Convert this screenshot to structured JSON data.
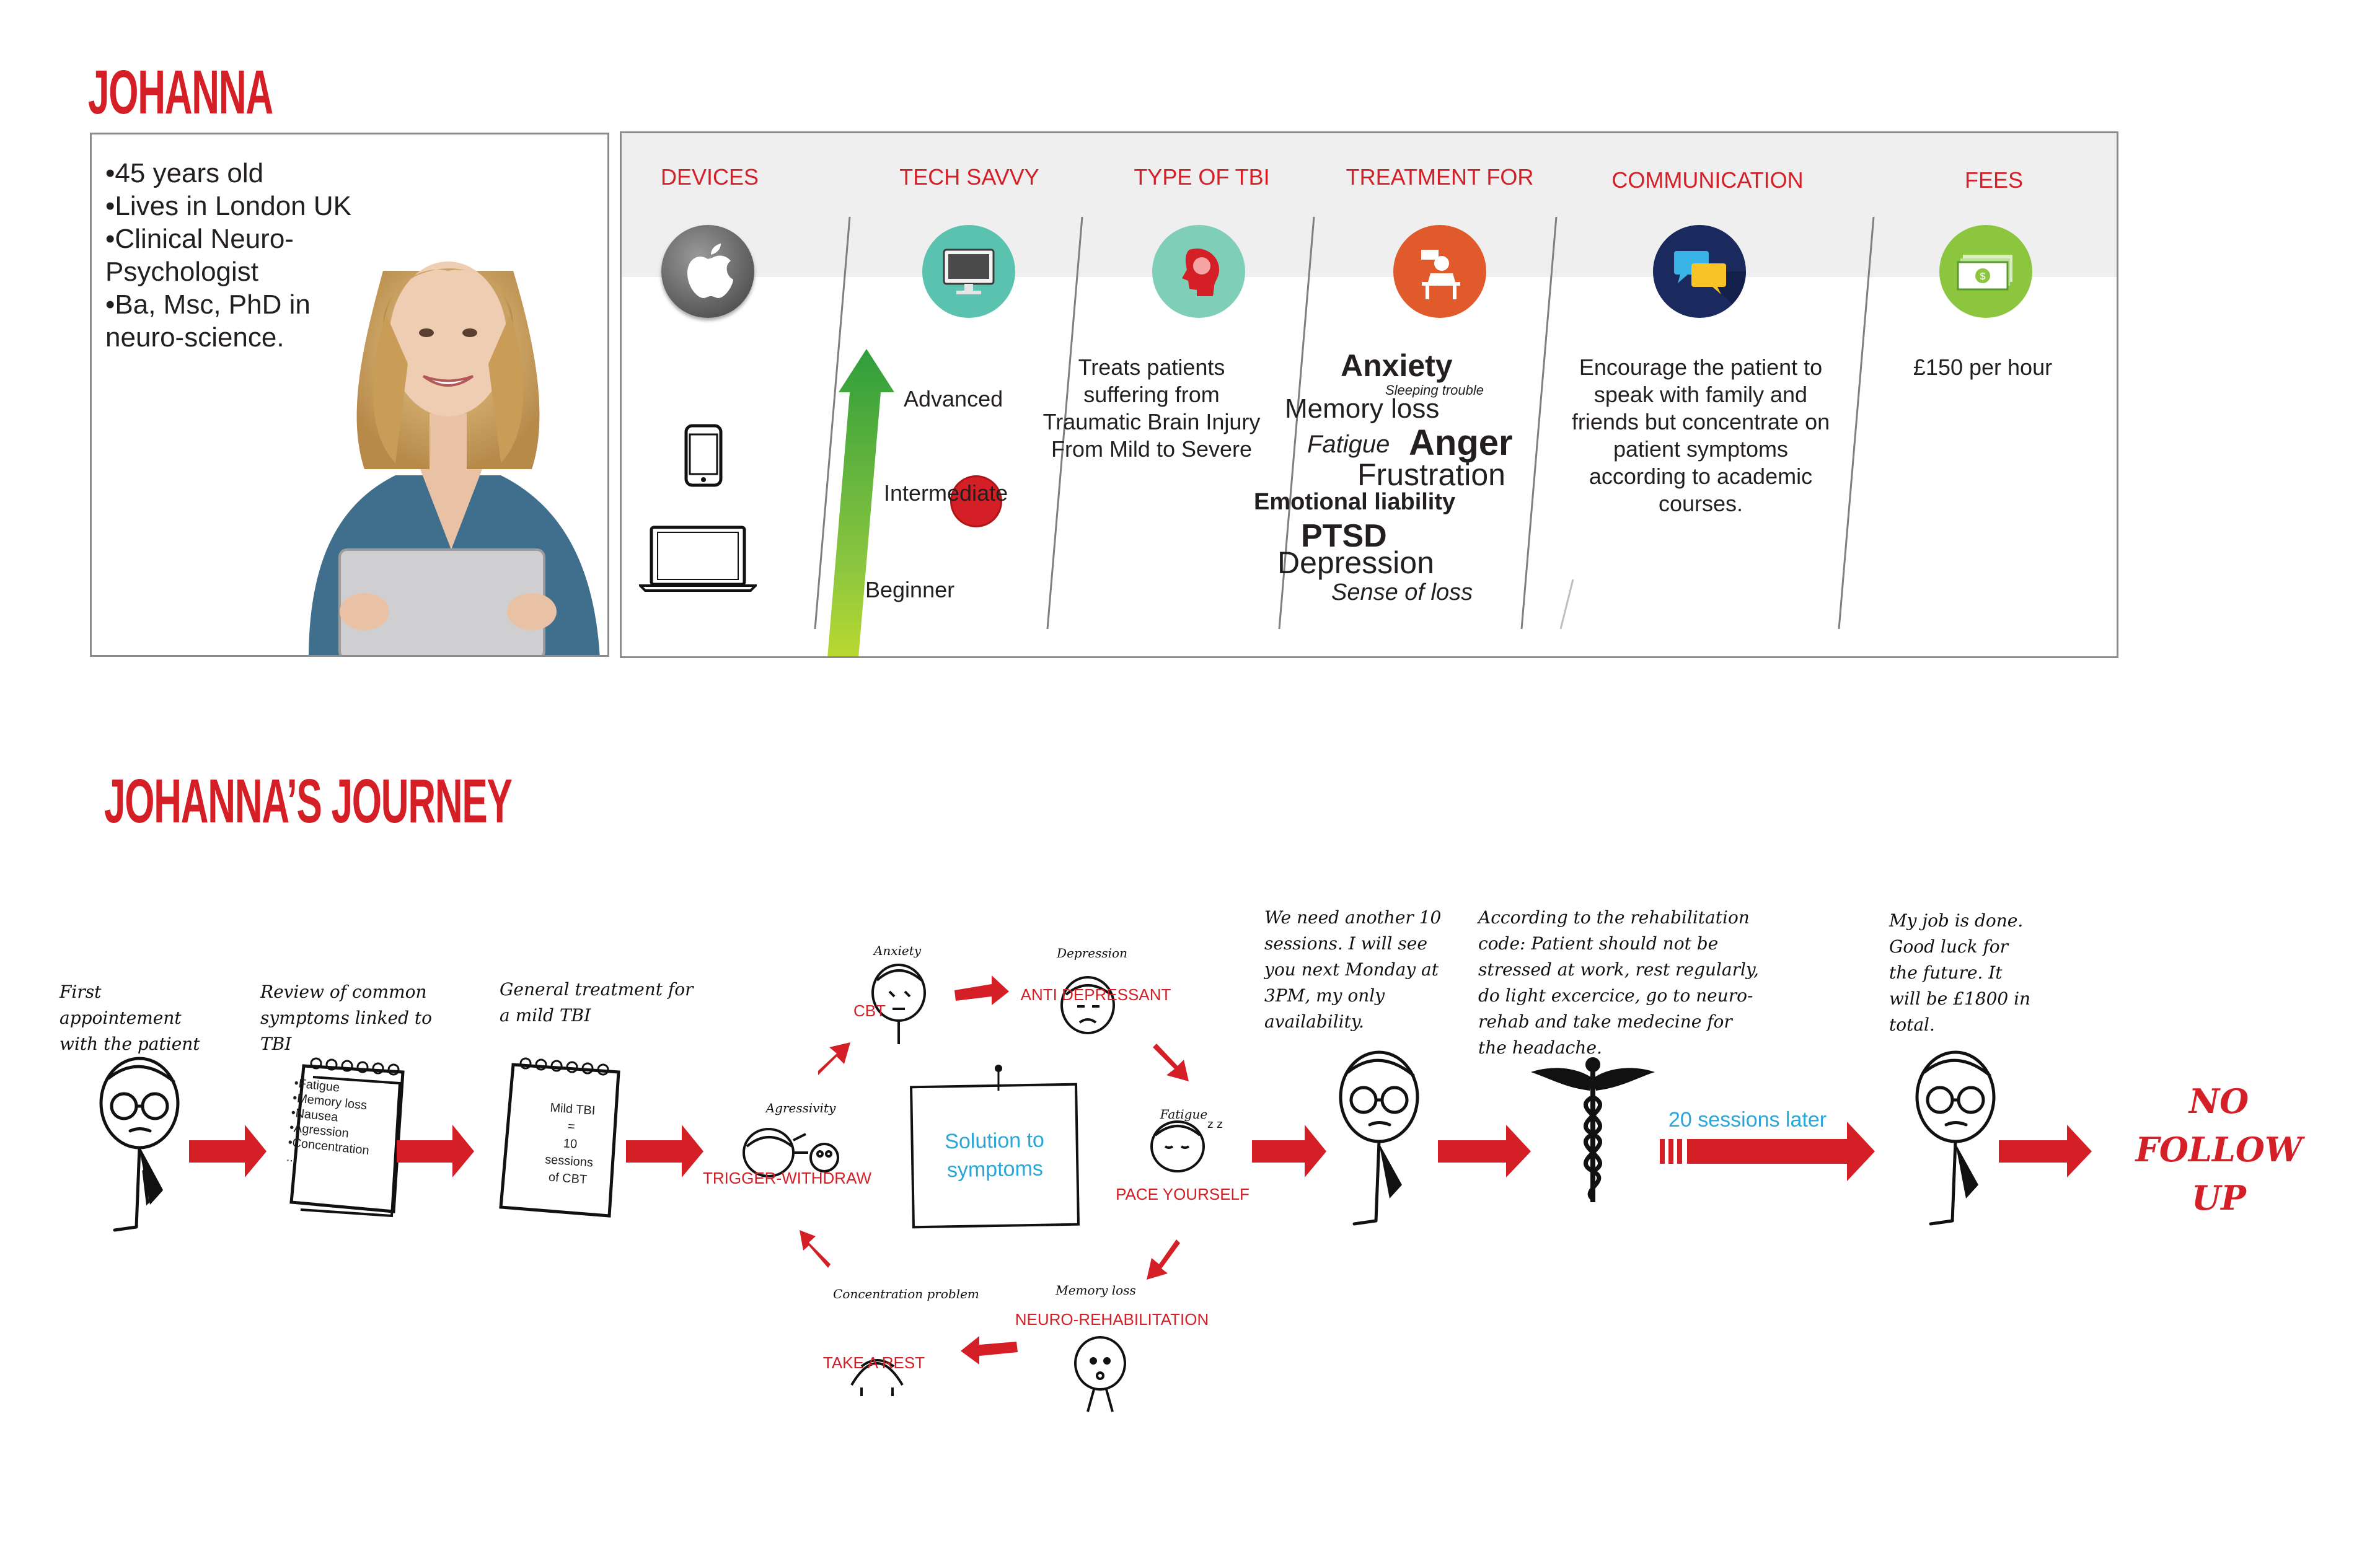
{
  "persona": {
    "name": "JOHANNA",
    "bio": [
      "•45 years old",
      "•Lives in London UK",
      "•Clinical Neuro-Psychologist",
      "•Ba, Msc, PhD in neuro-science."
    ],
    "photo_icon": "woman-portrait-with-laptop"
  },
  "panel": {
    "categories": [
      "DEVICES",
      "TECH SAVVY",
      "TYPE OF TBI",
      "TREATMENT FOR",
      "COMMUNICATION",
      "FEES"
    ],
    "devices": {
      "icons": [
        "apple-icon",
        "smartphone-icon",
        "laptop-icon"
      ]
    },
    "tech_savvy": {
      "levels": [
        "Advanced",
        "Intermediate",
        "Beginner"
      ],
      "current": "Intermediate"
    },
    "type_of_tbi": "Treats patients suffering from Traumatic Brain Injury From Mild to Severe",
    "treatment_for": [
      "Anxiety",
      "Sleeping trouble",
      "Memory loss",
      "Fatigue",
      "Anger",
      "Frustration",
      "Emotional liability",
      "PTSD",
      "Depression",
      "Sense of loss"
    ],
    "communication": "Encourage the patient to speak with family and friends but concentrate on patient symptoms according to academic courses.",
    "fees": "£150 per hour",
    "colors": {
      "accent": "#d51f26",
      "teal": "#5bc2b0",
      "green": "#8cc63f",
      "orange": "#e15a2b",
      "navy": "#1b2a5e"
    }
  },
  "journey": {
    "title": "JOHANNA’S JOURNEY",
    "step1": "First appointement with the patient",
    "step2": "Review of common symptoms linked to TBI",
    "step2_list": [
      "•Fatigue",
      "•Memory loss",
      "•Nausea",
      "•Agression",
      "•Concentration",
      "..."
    ],
    "step3": "General treatment for a mild TBI",
    "step3_note": [
      "Mild TBI",
      "=",
      "10 sessions",
      "of CBT"
    ],
    "cycle_center": "Solution to symptoms",
    "cycle": [
      {
        "symptom": "Anxiety",
        "treatment": "CBT"
      },
      {
        "symptom": "Depression",
        "treatment": "ANTI DEPRESSANT"
      },
      {
        "symptom": "Fatigue",
        "treatment": "PACE YOURSELF"
      },
      {
        "symptom": "Memory loss",
        "treatment": "NEURO-REHABILITATION"
      },
      {
        "symptom": "Concentration problem",
        "treatment": "TAKE A REST"
      },
      {
        "symptom": "Agressivity",
        "treatment": "TRIGGER-WITHDRAW"
      }
    ],
    "quote1": "We need another 10 sessions. I will see you next Monday at 3PM, my only availability.",
    "quote2": "According to the rehabilitation code: Patient should not be stressed at work, rest regularly, do light excercice, go to neuro-rehab and take medecine for the headache.",
    "sessions_later": "20 sessions later",
    "quote3": "My job is done. Good luck for the future. It will be £1800 in total.",
    "ending": "NO FOLLOW UP"
  }
}
